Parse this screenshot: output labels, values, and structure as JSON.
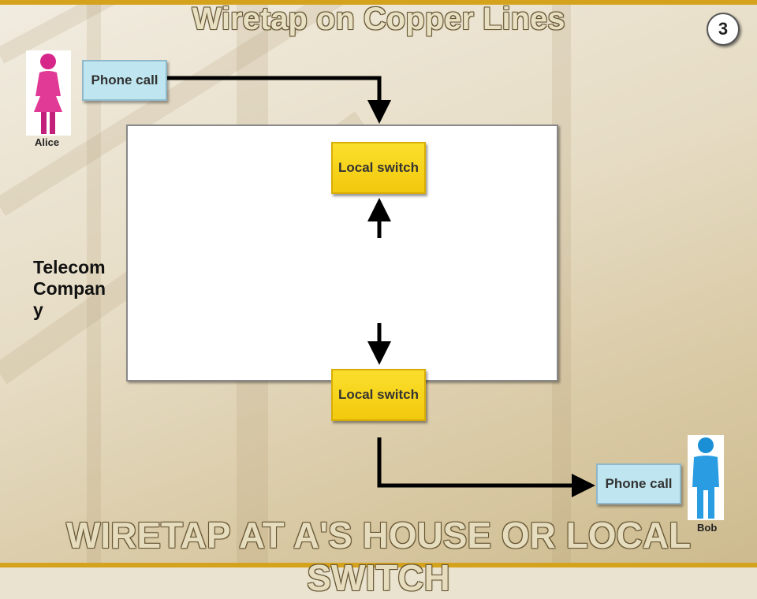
{
  "title": "Wiretap on Copper Lines",
  "subtitle": "Wiretap at A's House or Local Switch",
  "slide_number": "3",
  "alice": {
    "label": "Alice",
    "icon": "female-person-icon",
    "color": "#d6268a"
  },
  "bob": {
    "label": "Bob",
    "icon": "male-person-icon",
    "color": "#1b8fd6"
  },
  "call_top": {
    "label": "Phone call"
  },
  "call_bottom": {
    "label": "Phone call"
  },
  "telecom": {
    "label": "Telecom Company"
  },
  "switch_top": {
    "label": "Local switch"
  },
  "switch_bottom": {
    "label": "Local switch"
  },
  "colors": {
    "switch": "#f7d21a",
    "callout": "#bfe6f0",
    "accent_bar": "#d4a21c"
  }
}
